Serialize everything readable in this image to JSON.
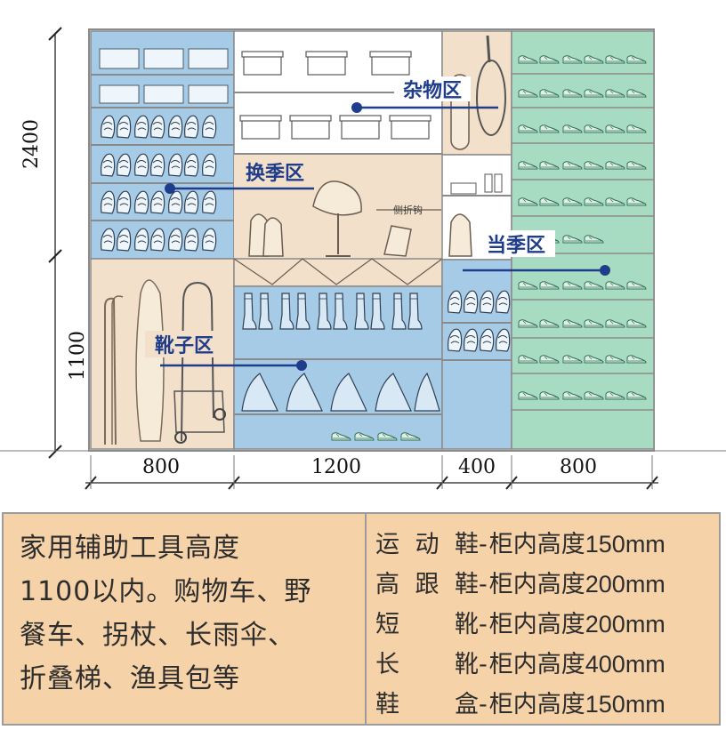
{
  "cabinet": {
    "height_marks": [
      "2400",
      "1100"
    ],
    "width_marks": [
      "800",
      "1200",
      "400",
      "800"
    ],
    "zones": {
      "misc": "杂物区",
      "off_season": "换季区",
      "current_season": "当季区",
      "boots": "靴子区"
    },
    "small_label": "侧折钩",
    "colors": {
      "blue": "#a6cbe6",
      "beige": "#f2e0cb",
      "green": "#a8dcc2",
      "white": "#ffffff",
      "navy": "#1f3d8a",
      "line": "#8a8a8a",
      "note_bg": "#f6d2a8"
    }
  },
  "notes": {
    "left_lines": [
      "家用辅助工具高度",
      "1100以内。购物车、野",
      "餐车、拐杖、长雨伞、",
      "折叠梯、渔具包等"
    ],
    "specs": [
      {
        "name": "运动鞋",
        "text": "柜内高度",
        "value": "150",
        "unit": "mm"
      },
      {
        "name": "高跟鞋",
        "text": "柜内高度",
        "value": "200",
        "unit": "mm"
      },
      {
        "name": "短　靴",
        "text": "柜内高度",
        "value": "200",
        "unit": "mm"
      },
      {
        "name": "长　靴",
        "text": "柜内高度",
        "value": "400",
        "unit": "mm"
      },
      {
        "name": "鞋　盒",
        "text": "柜内高度",
        "value": "150",
        "unit": "mm"
      }
    ],
    "separator": "-"
  }
}
